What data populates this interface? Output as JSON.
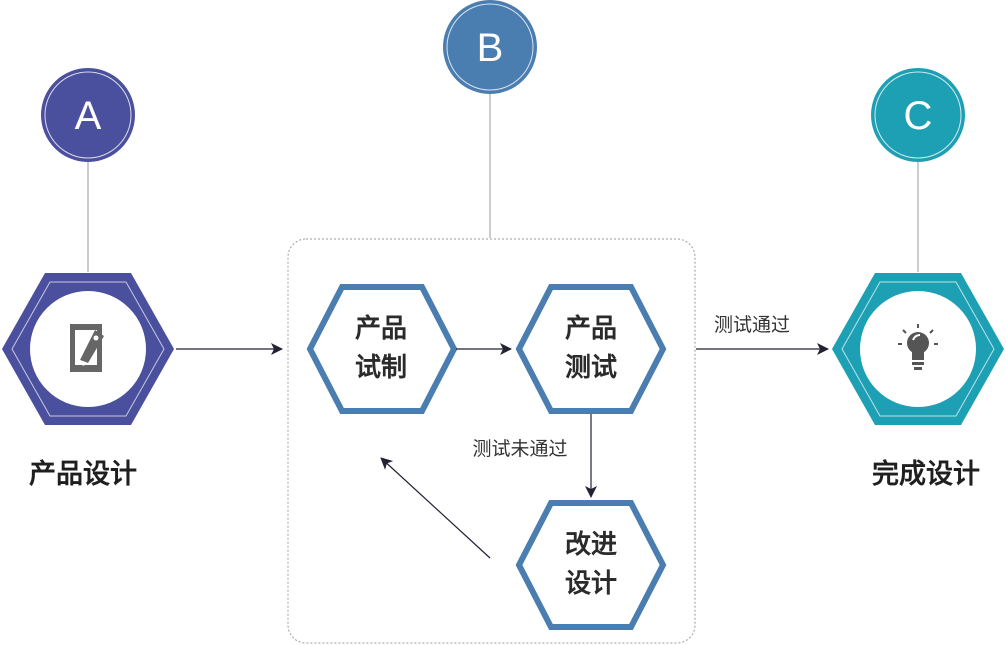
{
  "colors": {
    "a": "#4a4f9e",
    "b": "#4a7db0",
    "c": "#1ea0b4",
    "sub_hex": "#4a7db0",
    "line": "#999999",
    "arrow": "#222233",
    "icon": "#666666"
  },
  "stages": {
    "a": {
      "letter": "A",
      "label": "产品设计",
      "icon": "pen-on-paper-icon"
    },
    "b": {
      "letter": "B"
    },
    "c": {
      "letter": "C",
      "label": "完成设计",
      "icon": "lightbulb-icon"
    }
  },
  "process": {
    "trial": {
      "line1": "产品",
      "line2": "试制"
    },
    "test": {
      "line1": "产品",
      "line2": "测试"
    },
    "improve": {
      "line1": "改进",
      "line2": "设计"
    }
  },
  "edges": {
    "test_passed": "测试通过",
    "test_failed": "测试未通过"
  }
}
